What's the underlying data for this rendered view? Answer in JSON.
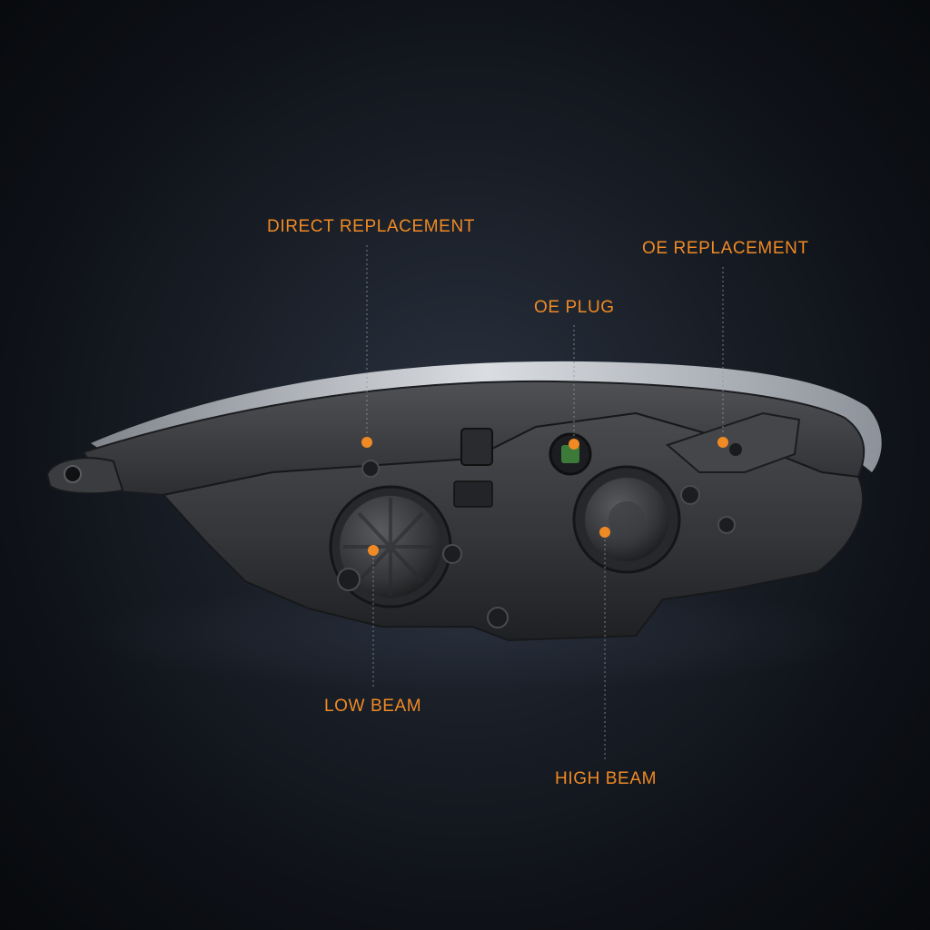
{
  "colors": {
    "accent": "#f08a24",
    "background": "#0f1218",
    "housing": "#3a3b3e",
    "housing_dark": "#1e1f22",
    "chrome_trim": "#d7dbe0"
  },
  "callouts": {
    "direct_replacement": "DIRECT REPLACEMENT",
    "oe_replacement": "OE REPLACEMENT",
    "oe_plug": "OE PLUG",
    "low_beam": "LOW BEAM",
    "high_beam": "HIGH BEAM"
  }
}
